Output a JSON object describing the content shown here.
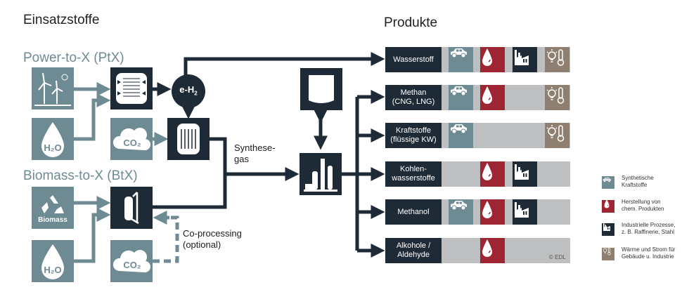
{
  "headings": {
    "inputs": "Einsatzstoffe",
    "products": "Produkte"
  },
  "sections": {
    "ptx": "Power-to-X (PtX)",
    "btx": "Biomass-to-X (BtX)"
  },
  "nodes": {
    "eh2_label": "e-H",
    "eh2_sub": "2",
    "co2_label": "CO",
    "co2_sub": "2",
    "h2o_label": "H",
    "h2o_sub": "2",
    "h2o_tail": "O",
    "biomass_label": "Biomass"
  },
  "labels": {
    "syngas_line1": "Synthese-",
    "syngas_line2": "gas",
    "coprocessing_line1": "Co-processing",
    "coprocessing_line2": "(optional)"
  },
  "products": [
    {
      "line1": "Wasserstoff",
      "line2": "",
      "car": true,
      "drop": true,
      "factory": true,
      "heat": true
    },
    {
      "line1": "Methan",
      "line2": "(CNG, LNG)",
      "car": true,
      "drop": true,
      "factory": false,
      "heat": true
    },
    {
      "line1": "Kraftstoffe",
      "line2": "(flüssige KW)",
      "car": true,
      "drop": false,
      "factory": false,
      "heat": true
    },
    {
      "line1": "Kohlen-",
      "line2": "wasserstoffe",
      "car": false,
      "drop": true,
      "factory": true,
      "heat": false
    },
    {
      "line1": "Methanol",
      "line2": "",
      "car": true,
      "drop": true,
      "factory": true,
      "heat": false
    },
    {
      "line1": "Alkohole /",
      "line2": "Aldehyde",
      "car": false,
      "drop": true,
      "factory": false,
      "heat": false
    }
  ],
  "legend": [
    {
      "icon": "car-icon",
      "line1": "Synthetische",
      "line2": "Kraftstoffe",
      "color": "#6e8b93"
    },
    {
      "icon": "drop-icon",
      "line1": "Herstellung von",
      "line2": "chem. Produkten",
      "color": "#9e2532"
    },
    {
      "icon": "factory-icon",
      "line1": "Industrielle Prozesse,",
      "line2": "z. B. Raffinerie, Stahl",
      "color": "#1f2a37"
    },
    {
      "icon": "bulb-thermometer-icon",
      "line1": "Wärme und Strom für",
      "line2": "Gebäude u. Industrie",
      "color": "#8f7f71"
    }
  ],
  "copyright": "© EDL",
  "colors": {
    "source": "#6e8b93",
    "process": "#1f2a37",
    "chemical": "#9e2532",
    "heat": "#8f7f71",
    "bar": "#bdbfc0"
  }
}
